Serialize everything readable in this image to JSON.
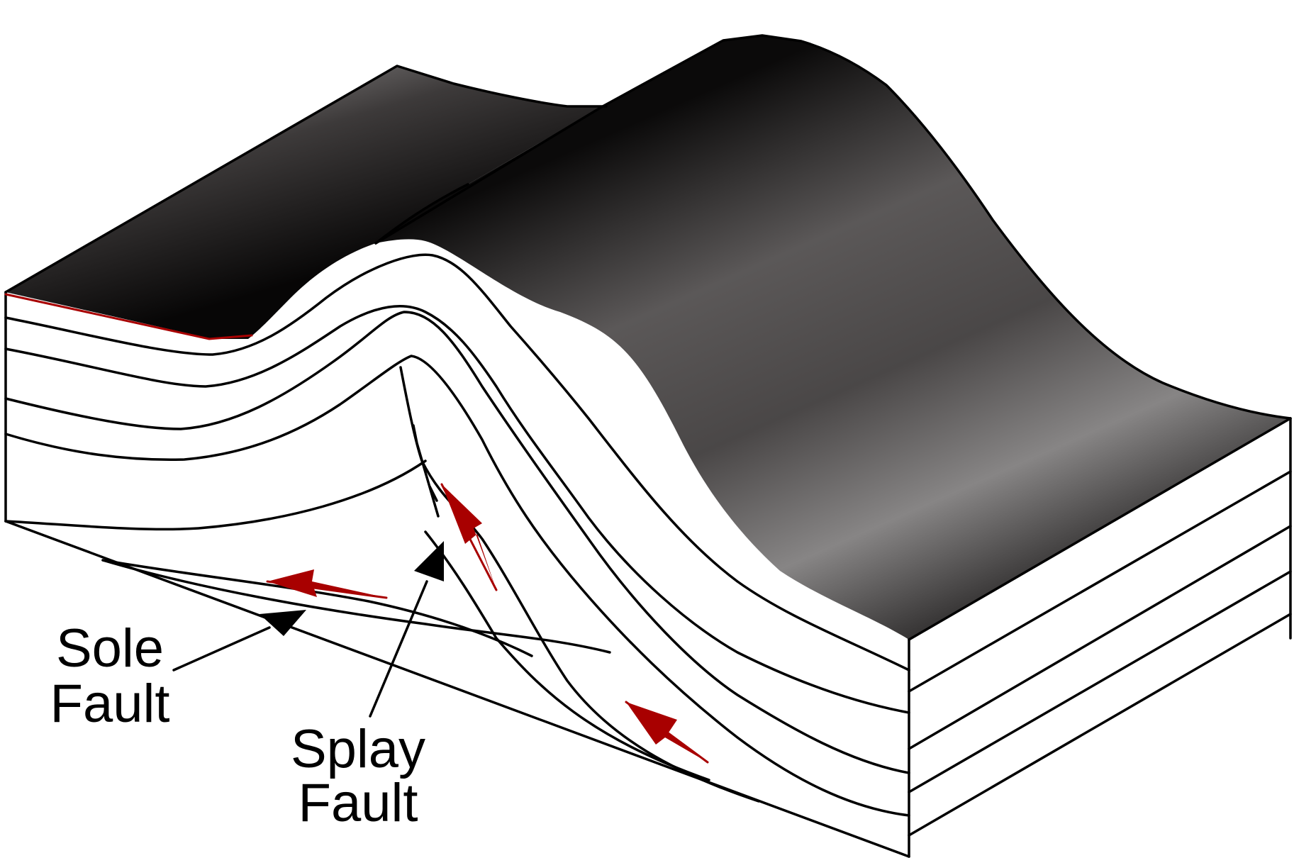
{
  "labels": {
    "sole_fault": [
      "Sole",
      "Fault"
    ],
    "splay_fault": [
      "Splay",
      "Fault"
    ]
  },
  "colors": {
    "background": "#ffffff",
    "outline": "#000000",
    "fault_motion": "#a80000",
    "surface_dark": "#0c0b0b",
    "surface_mid": "#5a5757",
    "surface_light": "#858383"
  },
  "icons": {
    "sole_fault_pointer": "arrow-icon",
    "splay_fault_pointer": "arrow-icon",
    "slip_direction": "half-arrow-icon"
  }
}
